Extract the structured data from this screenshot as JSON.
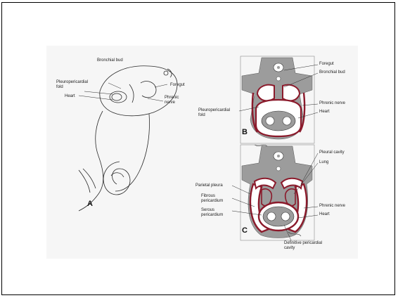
{
  "panel_a": {
    "letter": "A",
    "labels": {
      "bronchial_bud": "Bronchial bud",
      "pleuropericardial_fold": "Pleuropericardial\nfold",
      "heart": "Heart",
      "foregut": "Foregut",
      "phrenic_nerve": "Phrenic\nnerve"
    }
  },
  "panel_b": {
    "letter": "B",
    "labels": {
      "foregut": "Foregut",
      "bronchial_bud": "Bronchial bud",
      "pleuropericardial_fold": "Pleuropericardial\nfold",
      "phrenic_nerve": "Phrenic nerve",
      "heart": "Heart"
    }
  },
  "panel_c": {
    "letter": "C",
    "labels": {
      "pleural_cavity": "Pleural cavity",
      "lung": "Lung",
      "parietal_pleura": "Parietal pleura",
      "fibrous_pericardium": "Fibrous\npericardium",
      "serous_pericardium": "Serous\npericardium",
      "phrenic_nerve": "Phrenic nerve",
      "heart": "Heart",
      "definitive_pericardial_cavity": "Definitive pericardial\ncavity"
    }
  },
  "colors": {
    "tissue_gray": "#9c9c9c",
    "membrane_red": "#8b1a2b",
    "line_dark": "#2a2a2a",
    "frame": "#000000"
  }
}
